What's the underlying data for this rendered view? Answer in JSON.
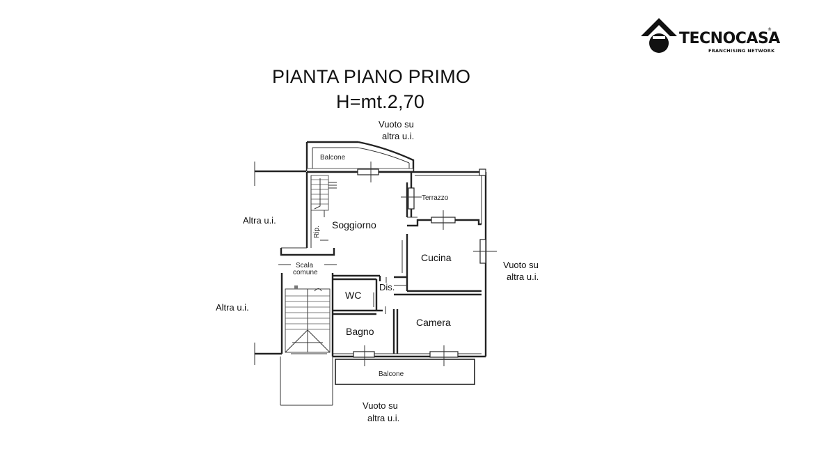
{
  "titles": {
    "line1": "PIANTA PIANO PRIMO",
    "line2": "H=mt.2,70"
  },
  "logo": {
    "brand": "TECNOCASA",
    "registered": "®",
    "subtitle": "FRANCHISING NETWORK",
    "icon": "house-logo-icon"
  },
  "rooms": {
    "balcone_top": "Balcone",
    "terrazzo": "Terrazzo",
    "soggiorno": "Soggiorno",
    "rip": "Rip.",
    "cucina": "Cucina",
    "dis": "Dis.",
    "wc": "WC",
    "bagno": "Bagno",
    "camera": "Camera",
    "balcone_bottom": "Balcone",
    "scala_line1": "Scala",
    "scala_line2": "comune"
  },
  "notes": {
    "top_line1": "Vuoto su",
    "top_line2": "altra u.i.",
    "left_upper": "Altra u.i.",
    "left_lower": "Altra u.i.",
    "right_line1": "Vuoto su",
    "right_line2": "altra u.i.",
    "bottom_line1": "Vuoto su",
    "bottom_line2": "altra u.i."
  }
}
